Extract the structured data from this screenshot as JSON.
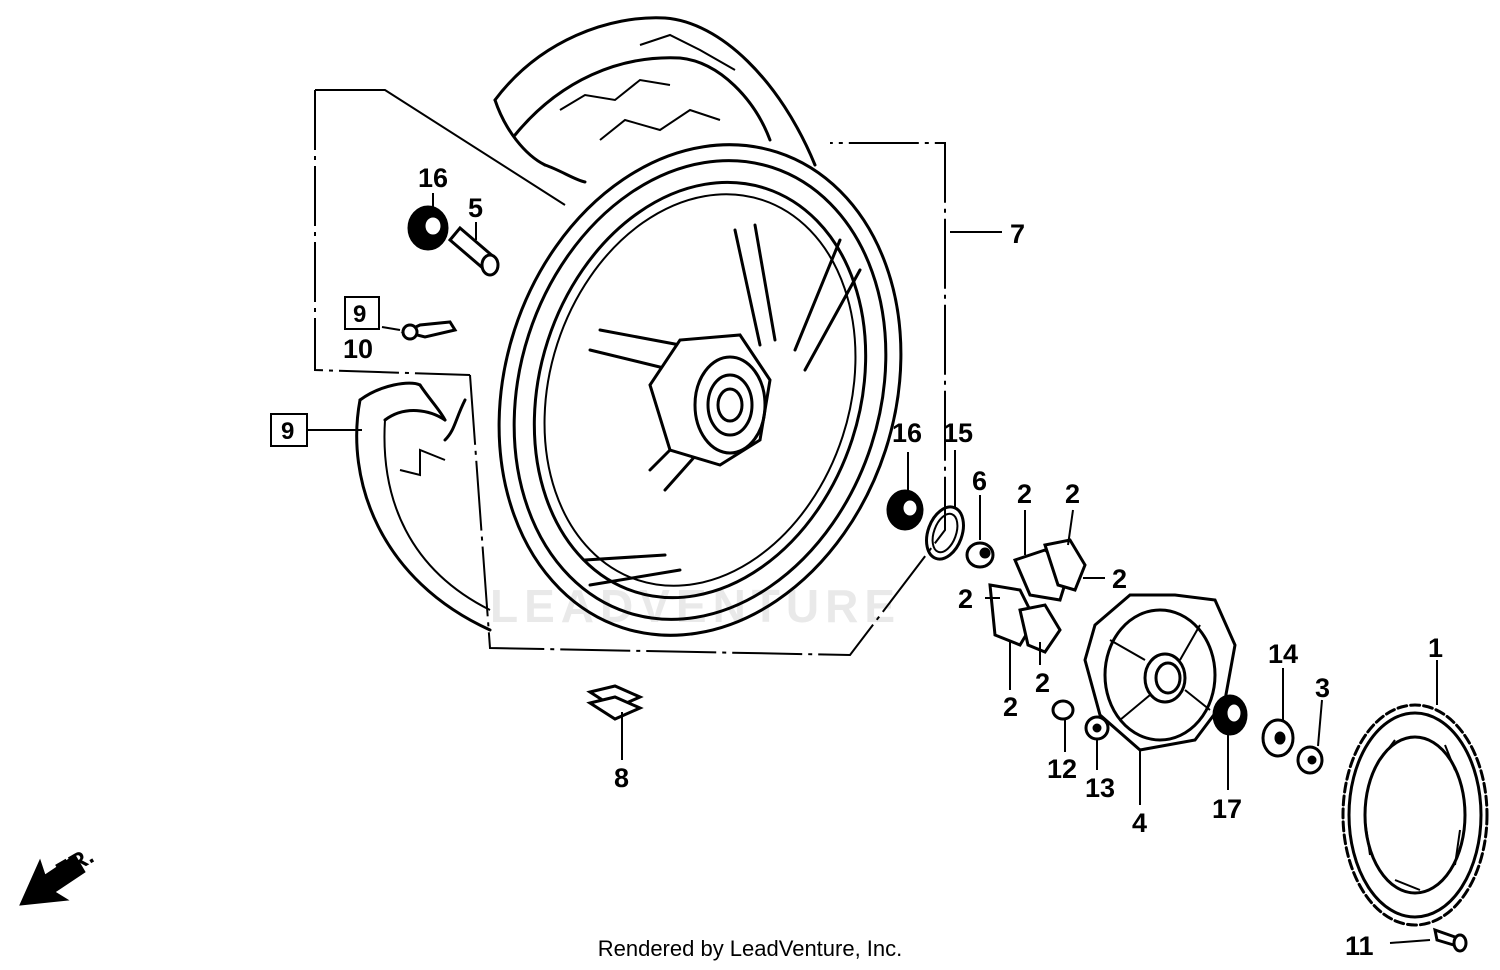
{
  "watermark": "LEADVENTURE",
  "direction_label": "FR.",
  "footer": "Rendered by LeadVenture, Inc.",
  "callouts": [
    {
      "id": "c16a",
      "text": "16"
    },
    {
      "id": "c5",
      "text": "5"
    },
    {
      "id": "c9box",
      "text": "9"
    },
    {
      "id": "c10",
      "text": "10"
    },
    {
      "id": "c9box2",
      "text": "9"
    },
    {
      "id": "c7",
      "text": "7"
    },
    {
      "id": "c16b",
      "text": "16"
    },
    {
      "id": "c15",
      "text": "15"
    },
    {
      "id": "c6",
      "text": "6"
    },
    {
      "id": "c2a",
      "text": "2"
    },
    {
      "id": "c2b",
      "text": "2"
    },
    {
      "id": "c2c",
      "text": "2"
    },
    {
      "id": "c2d",
      "text": "2"
    },
    {
      "id": "c2e",
      "text": "2"
    },
    {
      "id": "c2f",
      "text": "2"
    },
    {
      "id": "c8",
      "text": "8"
    },
    {
      "id": "c12",
      "text": "12"
    },
    {
      "id": "c13",
      "text": "13"
    },
    {
      "id": "c4",
      "text": "4"
    },
    {
      "id": "c17",
      "text": "17"
    },
    {
      "id": "c14",
      "text": "14"
    },
    {
      "id": "c3",
      "text": "3"
    },
    {
      "id": "c1",
      "text": "1"
    },
    {
      "id": "c11",
      "text": "11"
    }
  ]
}
